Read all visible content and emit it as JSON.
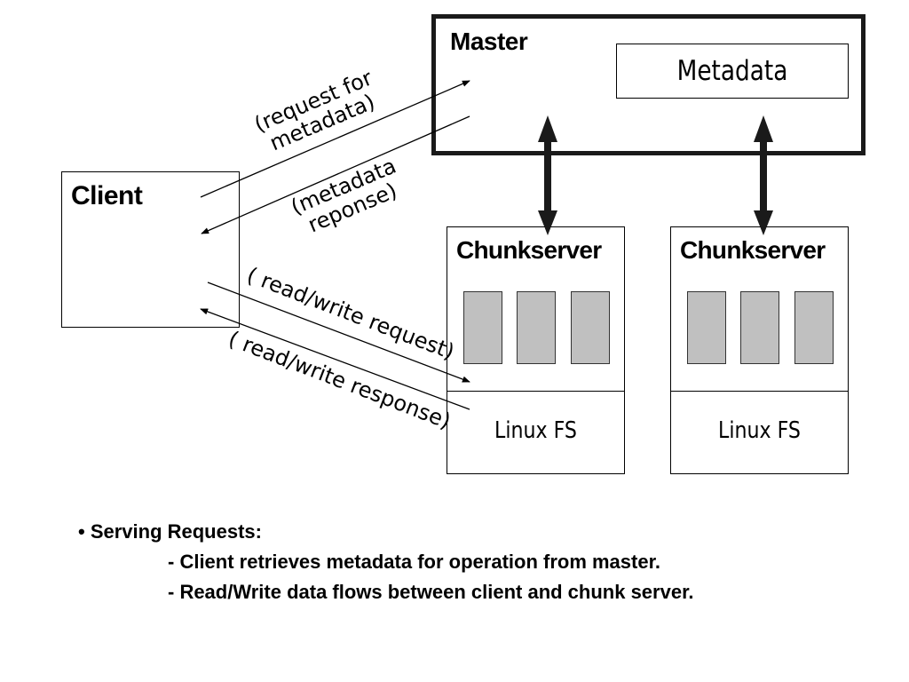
{
  "diagram": {
    "master": {
      "title": "Master",
      "metadata_label": "Metadata"
    },
    "client": {
      "title": "Client"
    },
    "chunkservers": [
      {
        "title": "Chunkserver",
        "fs_label": "Linux FS"
      },
      {
        "title": "Chunkserver",
        "fs_label": "Linux FS"
      }
    ],
    "edge_labels": {
      "request_metadata": [
        "(request for",
        "metadata)"
      ],
      "metadata_response": [
        "(metadata",
        "reponse)"
      ],
      "rw_request": "( read/write request)",
      "rw_response": "( read/write response)"
    }
  },
  "notes": {
    "heading": "• Serving Requests:",
    "lines": [
      "- Client retrieves metadata for operation from master.",
      "- Read/Write data flows between client and chunk server."
    ]
  }
}
